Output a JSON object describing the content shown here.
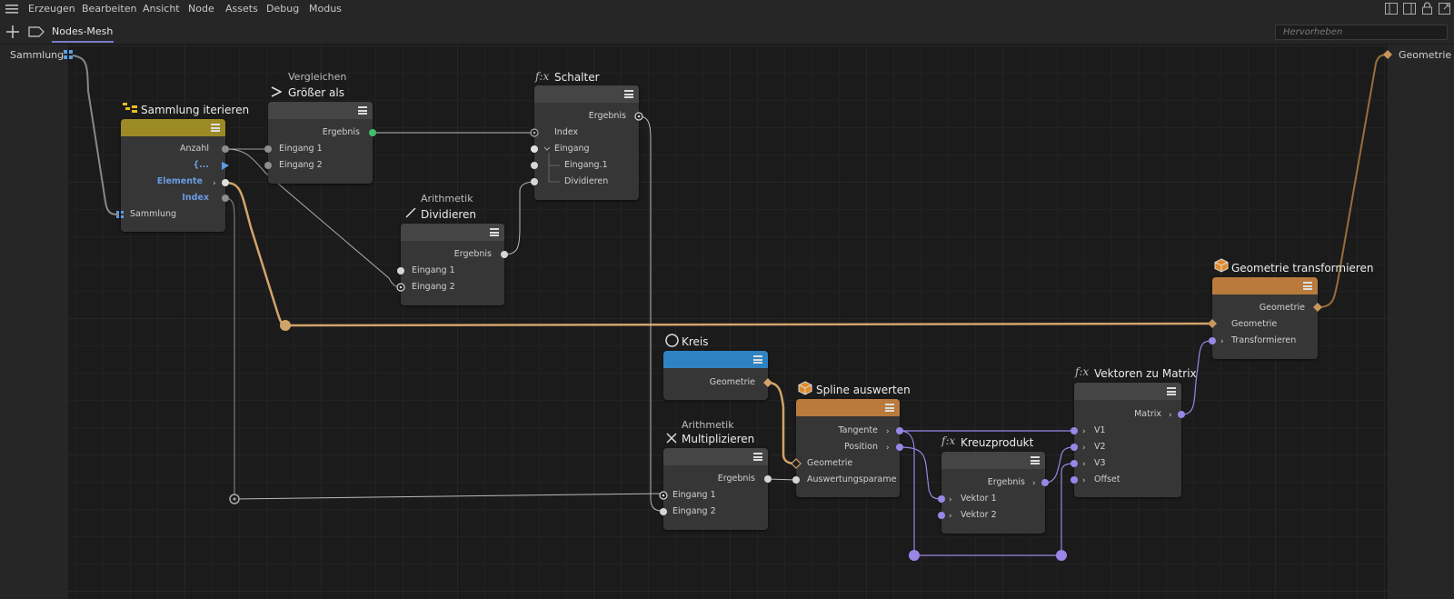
{
  "menu": {
    "items": [
      "Erzeugen",
      "Bearbeiten",
      "Ansicht",
      "Node",
      "Assets",
      "Debug",
      "Modus"
    ]
  },
  "tabs": {
    "active": "Nodes-Mesh",
    "search_placeholder": "Hervorheben"
  },
  "io": {
    "input_label": "Sammlung",
    "output_label": "Geometrie"
  },
  "nodes": {
    "iterate": {
      "title": "Sammlung iterieren",
      "ports": [
        "Anzahl",
        "{...",
        "Elemente",
        "Index",
        "Sammlung"
      ]
    },
    "compare": {
      "category": "Vergleichen",
      "title": "Größer als",
      "ports": [
        "Ergebnis",
        "Eingang 1",
        "Eingang 2"
      ]
    },
    "divide": {
      "category": "Arithmetik",
      "title": "Dividieren",
      "ports": [
        "Ergebnis",
        "Eingang 1",
        "Eingang 2"
      ]
    },
    "switch": {
      "title": "Schalter",
      "ports": [
        "Ergebnis",
        "Index",
        "Eingang",
        "Eingang.1",
        "Dividieren"
      ]
    },
    "circle": {
      "title": "Kreis",
      "ports": [
        "Geometrie"
      ]
    },
    "multiply": {
      "category": "Arithmetik",
      "title": "Multiplizieren",
      "ports": [
        "Ergebnis",
        "Eingang 1",
        "Eingang 2"
      ]
    },
    "spline": {
      "title": "Spline auswerten",
      "ports": [
        "Tangente",
        "Position",
        "Geometrie",
        "Auswertungsparamet..."
      ]
    },
    "cross": {
      "title": "Kreuzprodukt",
      "ports": [
        "Ergebnis",
        "Vektor 1",
        "Vektor 2"
      ]
    },
    "matrix": {
      "title": "Vektoren zu Matrix",
      "ports": [
        "Matrix",
        "V1",
        "V2",
        "V3",
        "Offset"
      ]
    },
    "transform": {
      "title": "Geometrie transformieren",
      "ports": [
        "Geometrie",
        "Geometrie",
        "Transformieren"
      ]
    }
  },
  "colors": {
    "iterate_header": "#9c8a26",
    "circle_header": "#2f83c2",
    "geometry_header": "#b97a3c",
    "geometry_wire": "#c89a5e",
    "vector_wire": "#9a86e6",
    "panel": "#262626",
    "node_body": "#363636"
  }
}
